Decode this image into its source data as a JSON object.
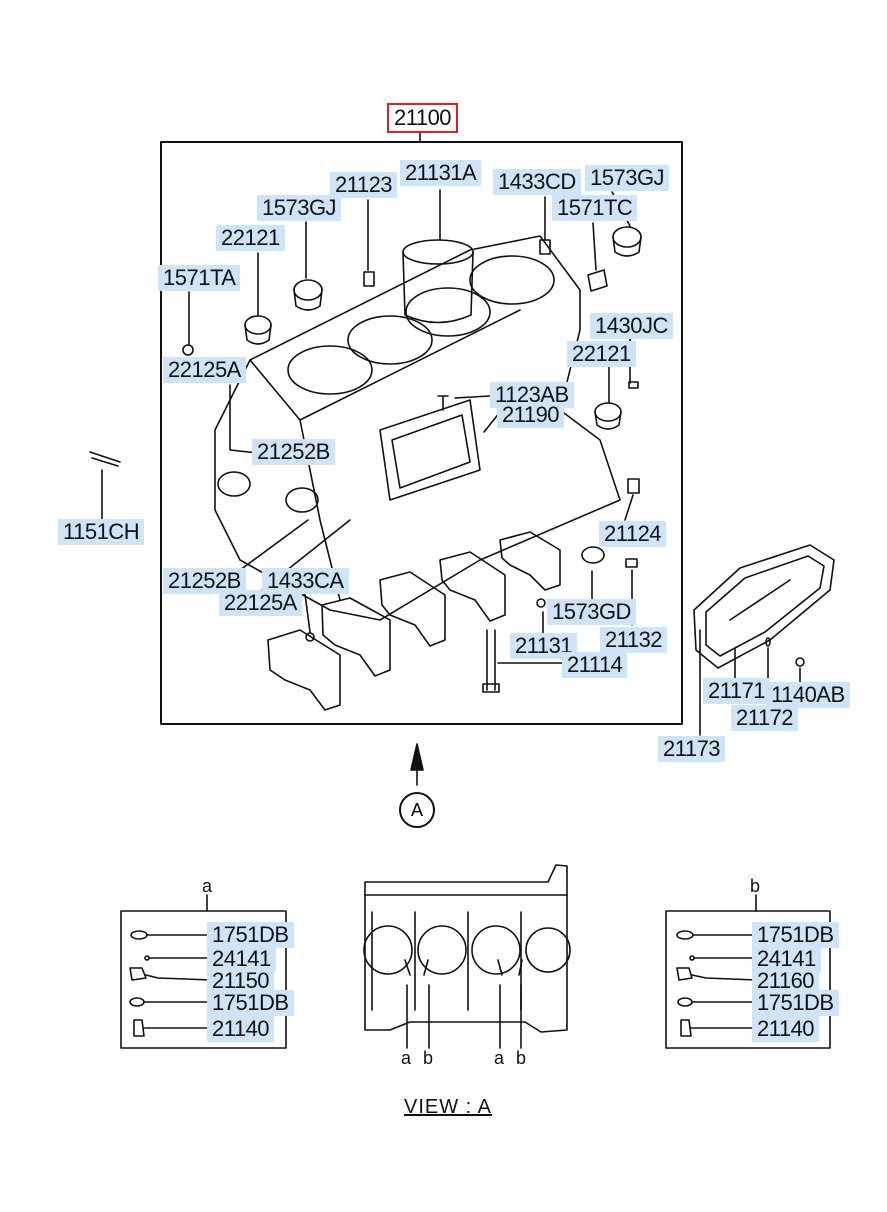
{
  "assembly_label": "21100",
  "part_labels": {
    "p21123": "21123",
    "p21131a": "21131A",
    "p1433cd": "1433CD",
    "p1573gj_r": "1573GJ",
    "p1571tc": "1571TC",
    "p1573gj_l": "1573GJ",
    "p22121_l": "22121",
    "p1571ta": "1571TA",
    "p1430jc": "1430JC",
    "p22125a_top": "22125A",
    "p22121_r": "22121",
    "p1123ab": "1123AB",
    "p21190": "21190",
    "p21252b_top": "21252B",
    "p1151ch": "1151CH",
    "p21124": "21124",
    "p21252b_bot": "21252B",
    "p1433ca": "1433CA",
    "p22125a_bot": "22125A",
    "p1573gd": "1573GD",
    "p21132": "21132",
    "p21131": "21131",
    "p21114": "21114",
    "p21171": "21171",
    "p1140ab": "1140AB",
    "p21172": "21172",
    "p21173": "21173"
  },
  "view_marker": "A",
  "view_title": "VIEW  :  A",
  "detail_a": {
    "tag": "a",
    "items": [
      "1751DB",
      "24141",
      "21150",
      "1751DB",
      "21140"
    ]
  },
  "detail_b": {
    "tag": "b",
    "items": [
      "1751DB",
      "24141",
      "21160",
      "1751DB",
      "21140"
    ]
  },
  "view_a_markers": [
    "a",
    "b",
    "a",
    "b"
  ],
  "colors": {
    "label_bg": "#cfe4f9",
    "selected_outline": "#e02020",
    "line": "#111111"
  }
}
